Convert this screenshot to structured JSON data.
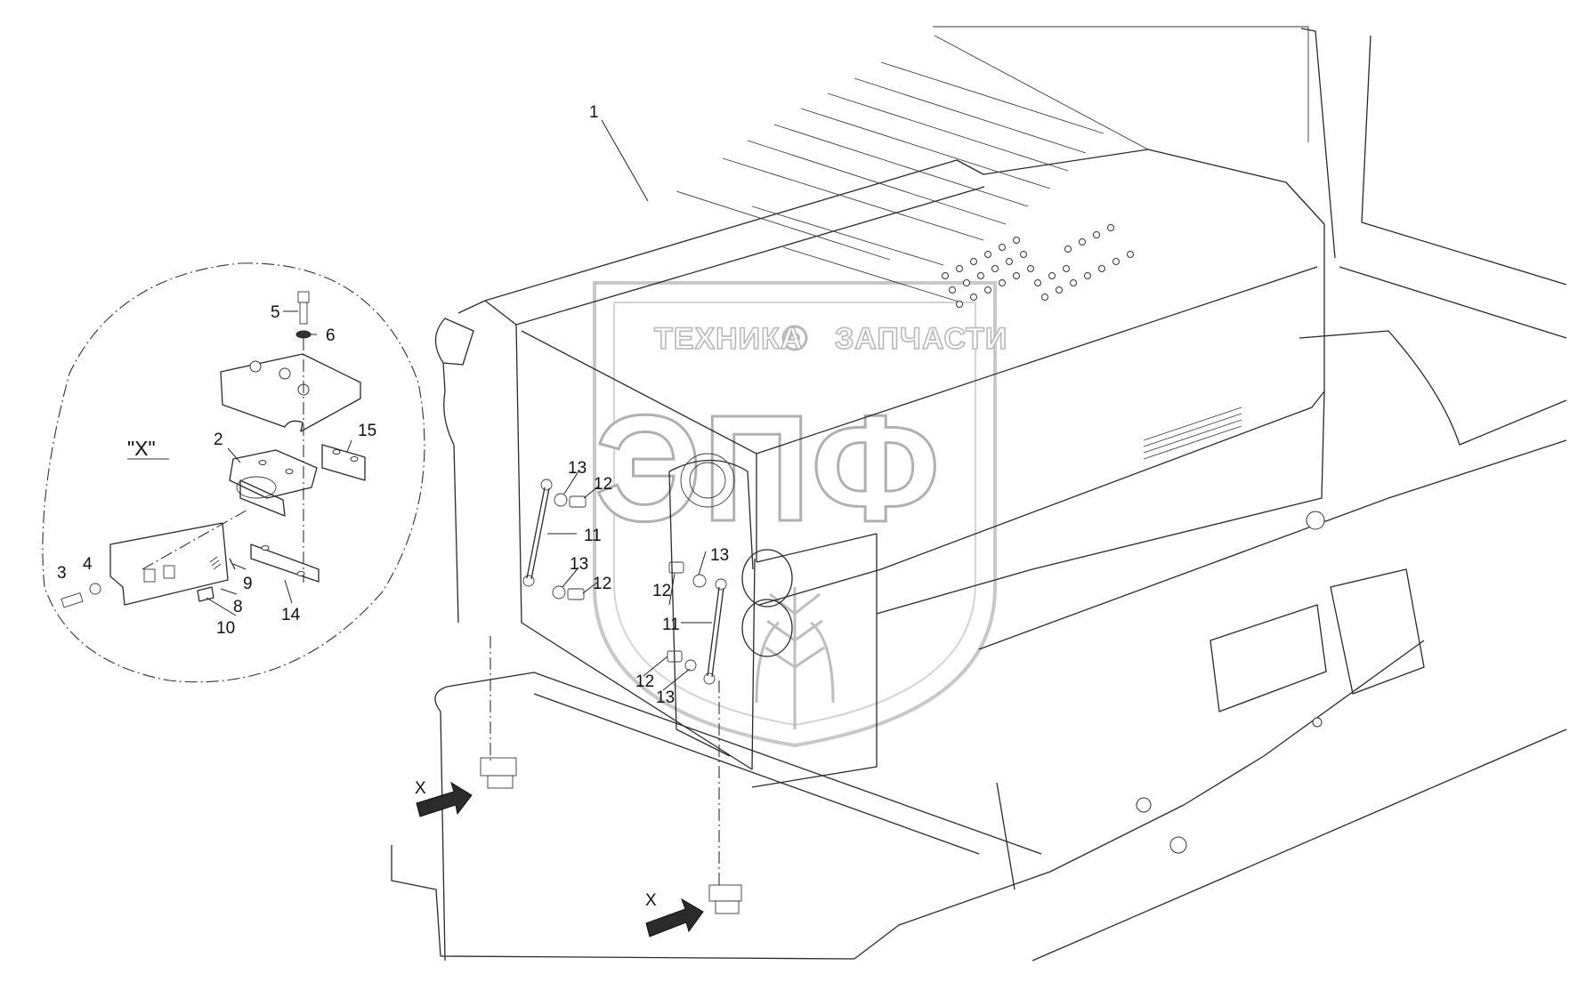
{
  "detail_view": {
    "title": "\"X\"",
    "view_marker": "X"
  },
  "callouts": [
    {
      "id": "c1",
      "label": "1"
    },
    {
      "id": "c2",
      "label": "2"
    },
    {
      "id": "c3",
      "label": "3"
    },
    {
      "id": "c4",
      "label": "4"
    },
    {
      "id": "c5",
      "label": "5"
    },
    {
      "id": "c6",
      "label": "6"
    },
    {
      "id": "c8",
      "label": "8"
    },
    {
      "id": "c9",
      "label": "9"
    },
    {
      "id": "c10",
      "label": "10"
    },
    {
      "id": "c14",
      "label": "14"
    },
    {
      "id": "c15",
      "label": "15"
    },
    {
      "id": "c13a",
      "label": "13"
    },
    {
      "id": "c12a",
      "label": "12"
    },
    {
      "id": "c11a",
      "label": "11"
    },
    {
      "id": "c13b",
      "label": "13"
    },
    {
      "id": "c12b",
      "label": "12"
    },
    {
      "id": "c13c",
      "label": "13"
    },
    {
      "id": "c12c",
      "label": "12"
    },
    {
      "id": "c11b",
      "label": "11"
    },
    {
      "id": "c12d",
      "label": "12"
    },
    {
      "id": "c13d",
      "label": "13"
    }
  ],
  "watermark": {
    "top_left": "ТЕХНИКА",
    "top_right": "ЗАПЧАСТИ",
    "main": "ЭПФ"
  },
  "view_arrows": [
    {
      "label": "X"
    },
    {
      "label": "X"
    }
  ]
}
